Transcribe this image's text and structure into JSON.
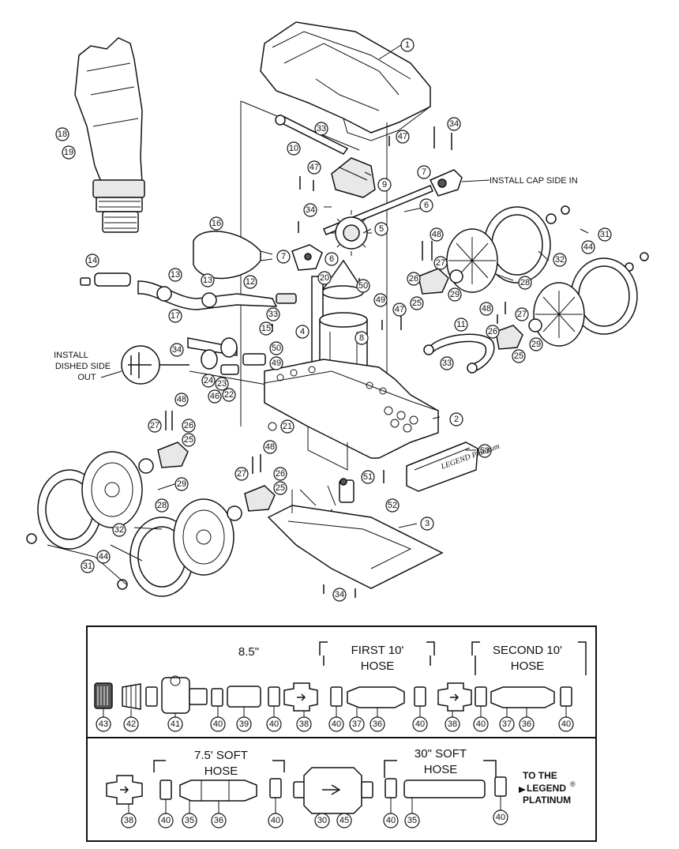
{
  "labels": {
    "install_cap": "INSTALL CAP SIDE IN",
    "install_dished_1": "INSTALL",
    "install_dished_2": "DISHED SIDE",
    "install_dished_3": "OUT",
    "dim_85": "8.5\"",
    "first_hose_1": "FIRST 10'",
    "first_hose_2": "HOSE",
    "second_hose_1": "SECOND 10'",
    "second_hose_2": "HOSE",
    "soft75_1": "7.5' SOFT",
    "soft75_2": "HOSE",
    "soft30_1": "30\" SOFT",
    "soft30_2": "HOSE",
    "to_the": "TO THE",
    "legend": "LEGEND",
    "registered": "®",
    "platinum": "PLATINUM",
    "brand_logo": "LEGEND Platinum"
  },
  "callouts": {
    "c1": "1",
    "c2": "2",
    "c3": "3",
    "c4": "4",
    "c5": "5",
    "c6": "6",
    "c7": "7",
    "c8": "8",
    "c9": "9",
    "c10": "10",
    "c11": "11",
    "c12": "12",
    "c13": "13",
    "c14": "14",
    "c15": "15",
    "c16": "16",
    "c17": "17",
    "c18": "18",
    "c19": "19",
    "c20": "20",
    "c21": "21",
    "c22": "22",
    "c23": "23",
    "c24": "24",
    "c25": "25",
    "c26": "26",
    "c27": "27",
    "c28": "28",
    "c29": "29",
    "c31": "31",
    "c32": "32",
    "c33": "33",
    "c34": "34",
    "c44": "44",
    "c46": "46",
    "c47": "47",
    "c48": "48",
    "c49": "49",
    "c50": "50",
    "c51": "51",
    "c52": "52",
    "c53": "53",
    "h30": "30",
    "h35": "35",
    "h36": "36",
    "h37": "37",
    "h38": "38",
    "h39": "39",
    "h40": "40",
    "h41": "41",
    "h42": "42",
    "h43": "43",
    "h45": "45"
  }
}
